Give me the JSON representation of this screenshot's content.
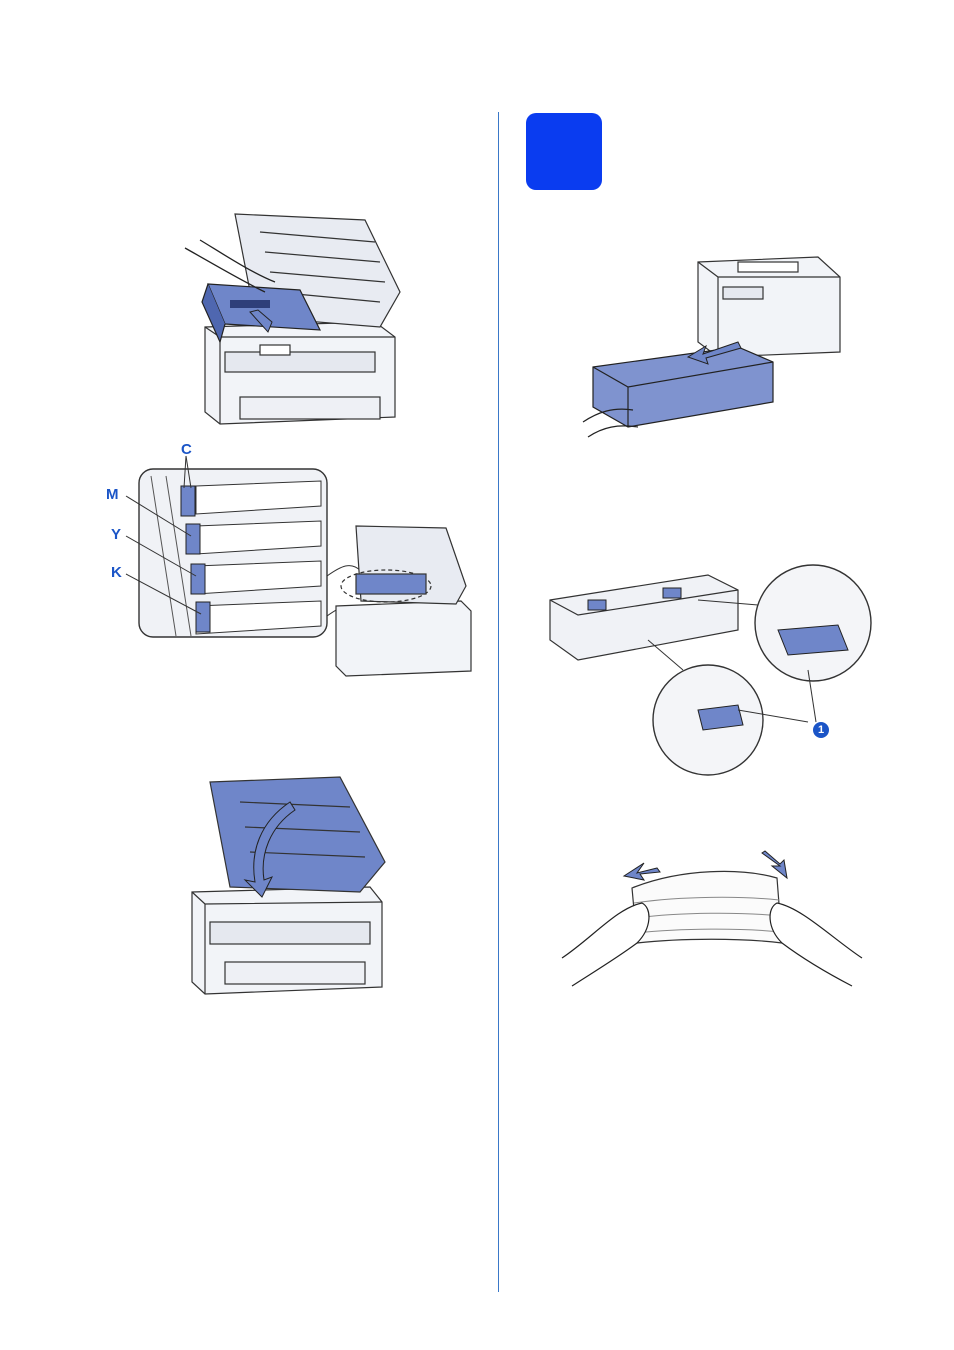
{
  "callouts": {
    "c": "C",
    "m": "M",
    "y": "Y",
    "k": "K"
  },
  "tray_guide_callout": "1",
  "colors": {
    "accent_blue": "#0a3cf0",
    "label_blue": "#1b55c7",
    "part_blue": "#6f86c9",
    "divider": "#3a78c8"
  },
  "icons": [
    "printer-icon",
    "drum-unit-icon",
    "paper-tray-icon",
    "paper-stack-icon",
    "arrow-icon"
  ]
}
